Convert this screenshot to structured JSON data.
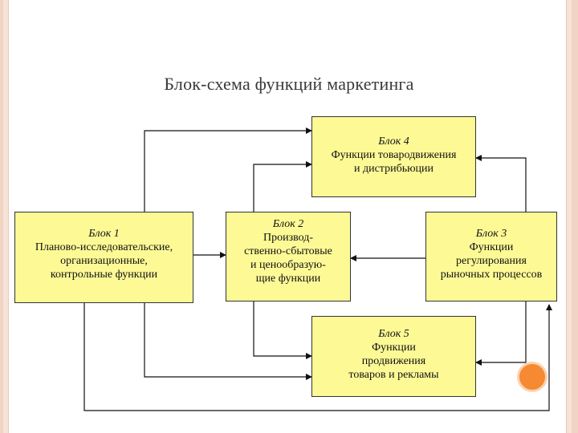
{
  "slide": {
    "title": "Блок-схема функций маркетинга"
  },
  "blocks": {
    "block4": {
      "head": "Блок 4",
      "lines": [
        "Функции товародвижения",
        "и дистрибьюции"
      ]
    },
    "block1": {
      "head": "Блок 1",
      "lines": [
        "Планово-исследовательские,",
        "организационные,",
        "контрольные функции"
      ]
    },
    "block2": {
      "head": "Блок 2",
      "lines": [
        "Производ-",
        "ственно-сбытовые",
        "и ценообразую-",
        "щие функции"
      ]
    },
    "block3": {
      "head": "Блок 3",
      "lines": [
        "Функции",
        "регулирования",
        "рыночных процессов"
      ]
    },
    "block5": {
      "head": "Блок 5",
      "lines": [
        "Функции",
        "продвижения",
        "товаров и рекламы"
      ]
    }
  },
  "colors": {
    "block_fill": "#fdfa96",
    "accent_circle": "#f58a33",
    "background": "#f6e3d8"
  }
}
